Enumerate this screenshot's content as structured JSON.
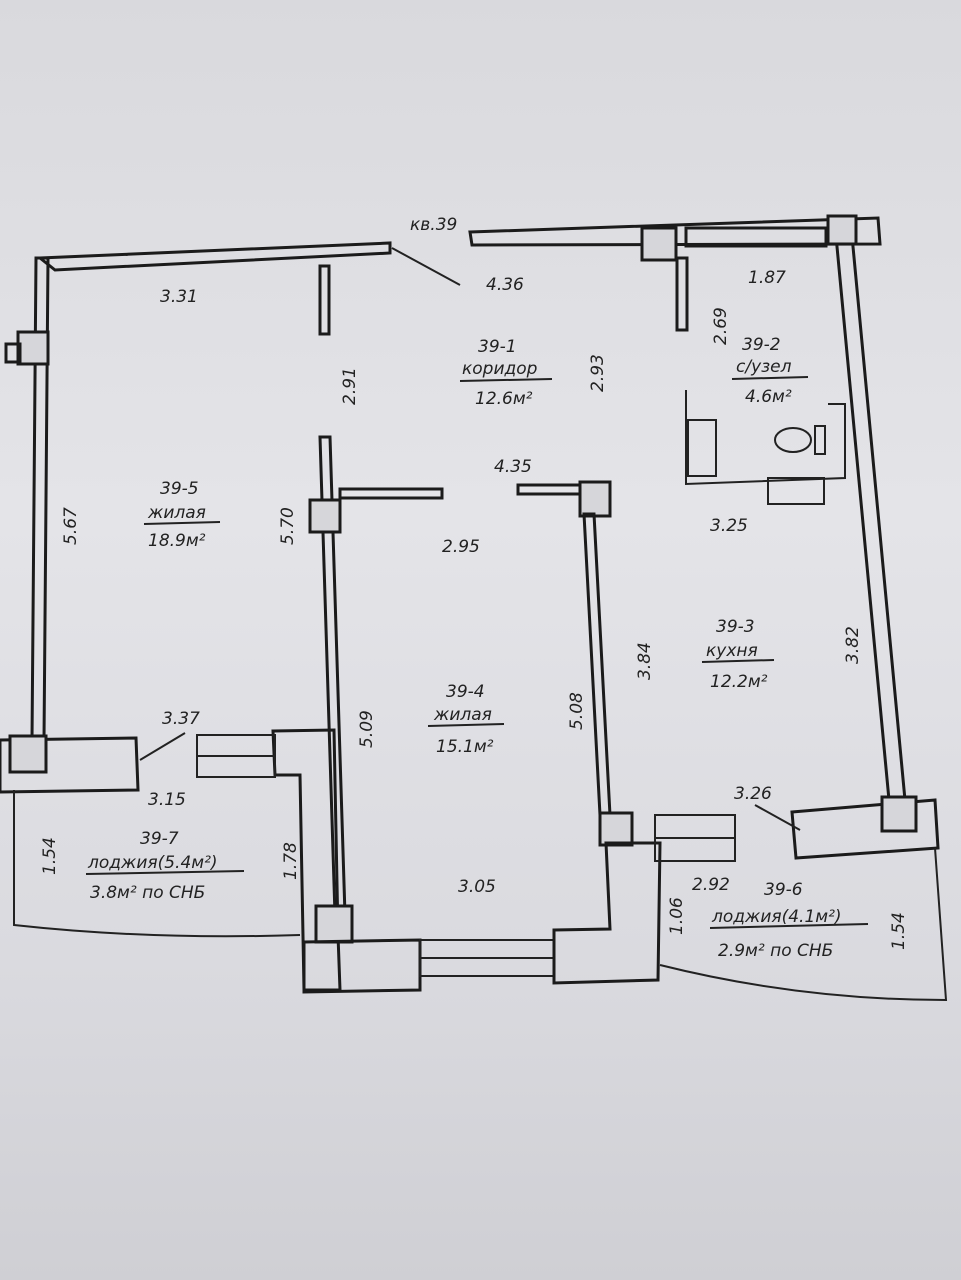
{
  "apartment_label": "кв.39",
  "rooms": {
    "r1": {
      "id": "39-1",
      "name": "коридор",
      "area": "12.6м²"
    },
    "r2": {
      "id": "39-2",
      "name": "с/узел",
      "area": "4.6м²"
    },
    "r3": {
      "id": "39-3",
      "name": "кухня",
      "area": "12.2м²"
    },
    "r4": {
      "id": "39-4",
      "name": "жилая",
      "area": "15.1м²"
    },
    "r5": {
      "id": "39-5",
      "name": "жилая",
      "area": "18.9м²"
    },
    "r6": {
      "id": "39-6",
      "name": "лоджия(4.1м²)",
      "area": "2.9м² по СНБ"
    },
    "r7": {
      "id": "39-7",
      "name": "лоджия(5.4м²)",
      "area": "3.8м² по СНБ"
    }
  },
  "dimensions": {
    "d_331": "3.31",
    "d_436": "4.36",
    "d_187": "1.87",
    "d_291": "2.91",
    "d_293": "2.93",
    "d_269": "2.69",
    "d_567": "5.67",
    "d_570": "5.70",
    "d_435": "4.35",
    "d_295": "2.95",
    "d_325": "3.25",
    "d_384": "3.84",
    "d_382": "3.82",
    "d_509": "5.09",
    "d_508": "5.08",
    "d_337": "3.37",
    "d_315": "3.15",
    "d_154a": "1.54",
    "d_178": "1.78",
    "d_305": "3.05",
    "d_326": "3.26",
    "d_292": "2.92",
    "d_106": "1.06",
    "d_154b": "1.54"
  }
}
